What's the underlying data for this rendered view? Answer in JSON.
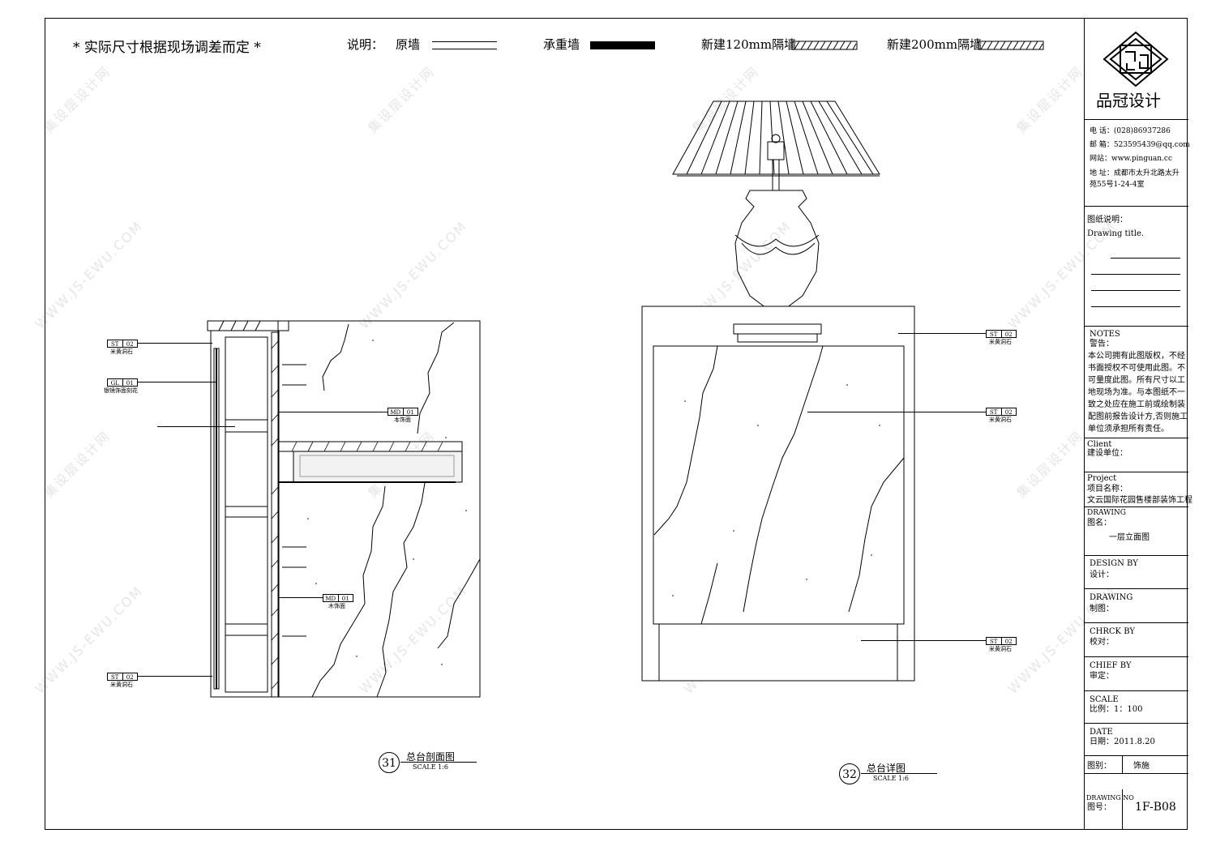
{
  "header": {
    "note": "* 实际尺寸根据现场调差而定 *",
    "legend_label": "说明：",
    "legend_items": [
      "原墙",
      "承重墙",
      "新建120mm隔墙",
      "新建200mm隔墙"
    ]
  },
  "drawing_31": {
    "number": "31",
    "title": "总台剖面图",
    "scale": "SCALE 1:6",
    "tags": [
      {
        "code": "ST",
        "num": "02",
        "label": "米黄洞石"
      },
      {
        "code": "GL",
        "num": "01",
        "label": "银镜饰面刻花"
      },
      {
        "code": "MD",
        "num": "01",
        "label": "木饰面"
      },
      {
        "code": "MD",
        "num": "01",
        "label": "木饰面"
      },
      {
        "code": "ST",
        "num": "02",
        "label": "米黄洞石"
      }
    ]
  },
  "drawing_32": {
    "number": "32",
    "title": "总台详图",
    "scale": "SCALE 1:6",
    "tags": [
      {
        "code": "ST",
        "num": "02",
        "label": "米黄洞石"
      },
      {
        "code": "ST",
        "num": "02",
        "label": "米黄洞石"
      },
      {
        "code": "ST",
        "num": "02",
        "label": "米黄洞石"
      }
    ]
  },
  "title_block": {
    "company": "品冠设计",
    "contact": [
      "电 话：(028)86937286",
      "邮 箱：523595439@qq.com",
      "网站：www.pinguan.cc",
      "地 址：成都市太升北路太升",
      "苑55号1-24-4室"
    ],
    "drawing_title_cn": "图纸说明：",
    "drawing_title_en": "Drawing title.",
    "notes_en": "NOTES",
    "notes_cn": "警告：",
    "notes_body": [
      "本公司拥有此图版权，不经",
      "书面授权不可使用此图。不",
      "可量度此图。所有尺寸以工",
      "地现场为准。与本图纸不一",
      "致之处应在施工前或绘制装",
      "配图前报告设计方,否则施工",
      "单位须承担所有责任。"
    ],
    "client_en": "Client",
    "client_cn": "建设单位：",
    "project_en": "Project",
    "project_cn": "项目名称：",
    "project_value": "文云国际花园售楼部装饰工程",
    "drawing_en": "DRAWING",
    "drawing_cn": "图名：",
    "drawing_value": "一层立面图",
    "design_en": "DESIGN BY",
    "design_cn": "设计：",
    "draw_en": "DRAWING",
    "draw_cn": "制图：",
    "check_en": "CHRCK BY",
    "check_cn": "校对：",
    "chief_en": "CHIEF BY",
    "chief_cn": "审定：",
    "scale_en": "SCALE",
    "scale_cn": "比例：1：100",
    "date_en": "DATE",
    "date_cn": "日期：2011.8.20",
    "category_label": "图别：",
    "category_value": "饰施",
    "drawing_no_en": "DRAWING NO",
    "drawing_no_cn": "图号：",
    "drawing_no_value": "1F-B08"
  },
  "watermark": {
    "cn": "集设层设计网",
    "en": "WWW.JS-EWU.COM"
  }
}
